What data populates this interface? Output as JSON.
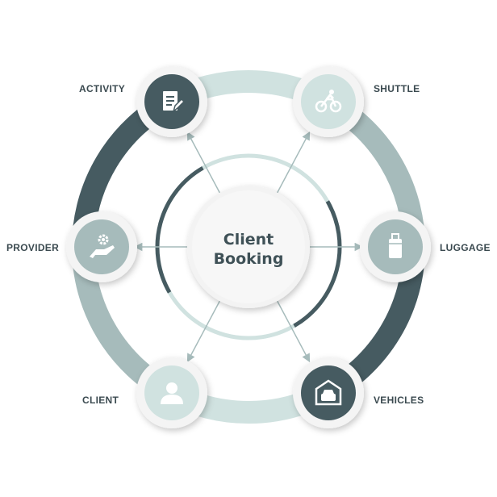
{
  "center": {
    "line1": "Client",
    "line2": "Booking"
  },
  "colors": {
    "dark": "#465b61",
    "medium": "#a6bbbb",
    "light": "#d0e2e0",
    "text": "#3b4a50"
  },
  "nodes": [
    {
      "label": "ACTIVITY",
      "icon": "document-edit-icon",
      "tone": "dark"
    },
    {
      "label": "SHUTTLE",
      "icon": "bicycle-icon",
      "tone": "light"
    },
    {
      "label": "LUGGAGE",
      "icon": "suitcase-icon",
      "tone": "medium"
    },
    {
      "label": "VEHICLES",
      "icon": "garage-car-icon",
      "tone": "dark"
    },
    {
      "label": "CLIENT",
      "icon": "user-icon",
      "tone": "light"
    },
    {
      "label": "PROVIDER",
      "icon": "hand-gear-icon",
      "tone": "medium"
    }
  ]
}
